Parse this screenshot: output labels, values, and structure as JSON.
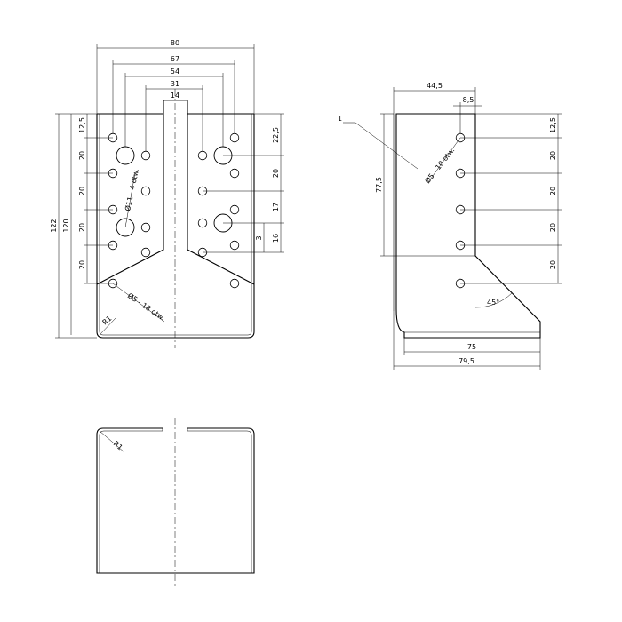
{
  "front_view": {
    "width_dims": [
      "80",
      "67",
      "54",
      "31",
      "14"
    ],
    "height_total": "122",
    "height_inner": "120",
    "left_pitch": [
      "12,5",
      "20",
      "20",
      "20",
      "20"
    ],
    "right_dims": [
      "22,5",
      "20",
      "17",
      "3",
      "16"
    ],
    "label_big_holes": "Ø11 - 4 otw.",
    "label_small_holes": "Ø5 - 18 otw.",
    "label_radius": "R1"
  },
  "side_view": {
    "top_dims": [
      "44,5",
      "8,5"
    ],
    "height": "77,5",
    "right_dims": [
      "12,5",
      "20",
      "20",
      "20",
      "20"
    ],
    "bottom_dims": [
      "75",
      "79,5"
    ],
    "angle": "45°",
    "hole_label": "Ø5 - 10 otw.",
    "callout": "1"
  },
  "top_view": {
    "label_radius": "R1"
  }
}
